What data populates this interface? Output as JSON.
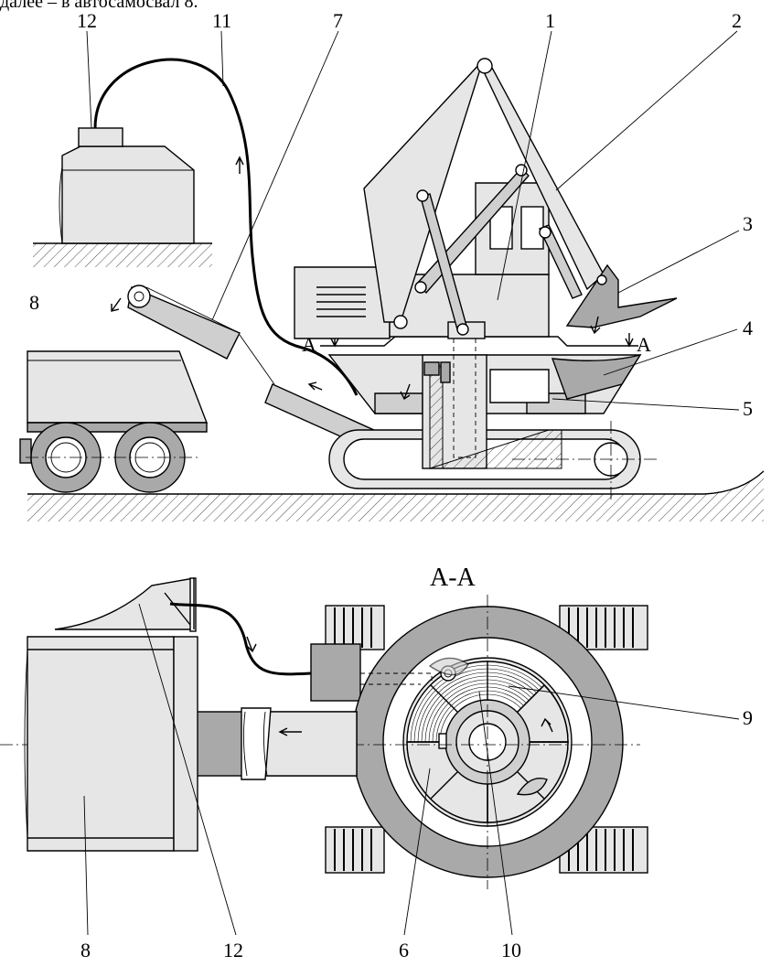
{
  "caption": "далее – в автосамосвал 8.",
  "section_title": "А-А",
  "callouts_top": [
    "12",
    "11",
    "7",
    "1",
    "2",
    "3",
    "4",
    "5",
    "8"
  ],
  "callouts_bottom": [
    "9",
    "8",
    "12",
    "6",
    "10"
  ],
  "section_marker_letter": "А",
  "colors": {
    "light_fill": "#e6e6e6",
    "mid_fill": "#cfcfcf",
    "dark_fill": "#a9a9a9",
    "line": "#000000"
  }
}
